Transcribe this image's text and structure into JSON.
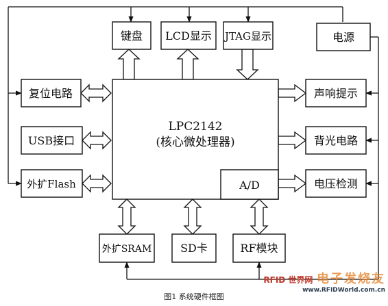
{
  "diagram": {
    "cpu_name": "LPC2142",
    "cpu_desc": "(核心微处理器)",
    "adc": "A/D",
    "top": [
      "键盘",
      "LCD显示",
      "JTAG显示"
    ],
    "power": "电源",
    "left": [
      "复位电路",
      "USB接口",
      "外扩Flash"
    ],
    "right": [
      "声响提示",
      "背光电路",
      "电压检测"
    ],
    "bottom": [
      "外扩SRAM",
      "SD卡",
      "RF模块"
    ]
  },
  "caption": "图1 系统硬件框图",
  "watermark": {
    "line1": "RFID 世界网",
    "line2": "电子发烧友",
    "line3": "www.RFIDWorld.com.cn"
  }
}
